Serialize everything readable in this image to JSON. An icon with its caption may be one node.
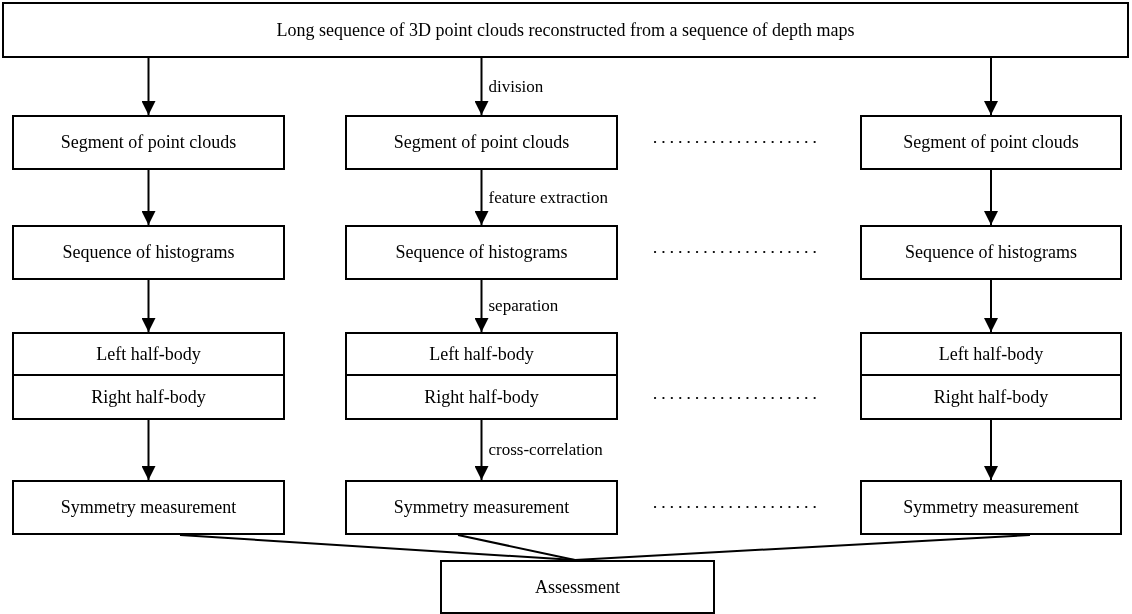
{
  "diagram": {
    "nodes": [
      {
        "text": [
          "Long sequence of 3D point clouds reconstructed from a sequence of depth maps"
        ]
      },
      {
        "text": [
          "Segment of point clouds"
        ]
      },
      {
        "text": [
          "Segment of point clouds"
        ]
      },
      {
        "text": [
          "Segment of point clouds"
        ]
      },
      {
        "text": [
          "Sequence of histograms"
        ]
      },
      {
        "text": [
          "Sequence of histograms"
        ]
      },
      {
        "text": [
          "Sequence of histograms"
        ]
      },
      {
        "text": [
          "Left half-body"
        ]
      },
      {
        "text": [
          "Right half-body"
        ]
      },
      {
        "text": [
          "Left half-body"
        ]
      },
      {
        "text": [
          "Right half-body"
        ]
      },
      {
        "text": [
          "Left half-body"
        ]
      },
      {
        "text": [
          "Right half-body"
        ]
      },
      {
        "text": [
          "Symmetry measurement"
        ]
      },
      {
        "text": [
          "Symmetry measurement"
        ]
      },
      {
        "text": [
          "Symmetry measurement"
        ]
      },
      {
        "text": [
          "Assessment"
        ]
      }
    ],
    "edges": [
      {
        "from": 0,
        "to": 1,
        "arrow": "to"
      },
      {
        "from": 0,
        "to": 2,
        "arrow": "to",
        "label": "division"
      },
      {
        "from": 0,
        "to": 3,
        "arrow": "to"
      },
      {
        "from": 1,
        "to": 4,
        "arrow": "to"
      },
      {
        "from": 2,
        "to": 5,
        "arrow": "to",
        "label": "feature extraction"
      },
      {
        "from": 3,
        "to": 6,
        "arrow": "to"
      },
      {
        "from": 4,
        "to": 7,
        "arrow": "to"
      },
      {
        "from": 5,
        "to": 9,
        "arrow": "to",
        "label": "separation"
      },
      {
        "from": 6,
        "to": 11,
        "arrow": "to"
      },
      {
        "from": 8,
        "to": 13,
        "arrow": "to"
      },
      {
        "from": 10,
        "to": 14,
        "arrow": "to",
        "label": "cross-correlation"
      },
      {
        "from": 12,
        "to": 15,
        "arrow": "to"
      },
      {
        "from": 13,
        "to": 16,
        "arrow": "none"
      },
      {
        "from": 14,
        "to": 16,
        "arrow": "none"
      },
      {
        "from": 15,
        "to": 16,
        "arrow": "none"
      }
    ]
  }
}
